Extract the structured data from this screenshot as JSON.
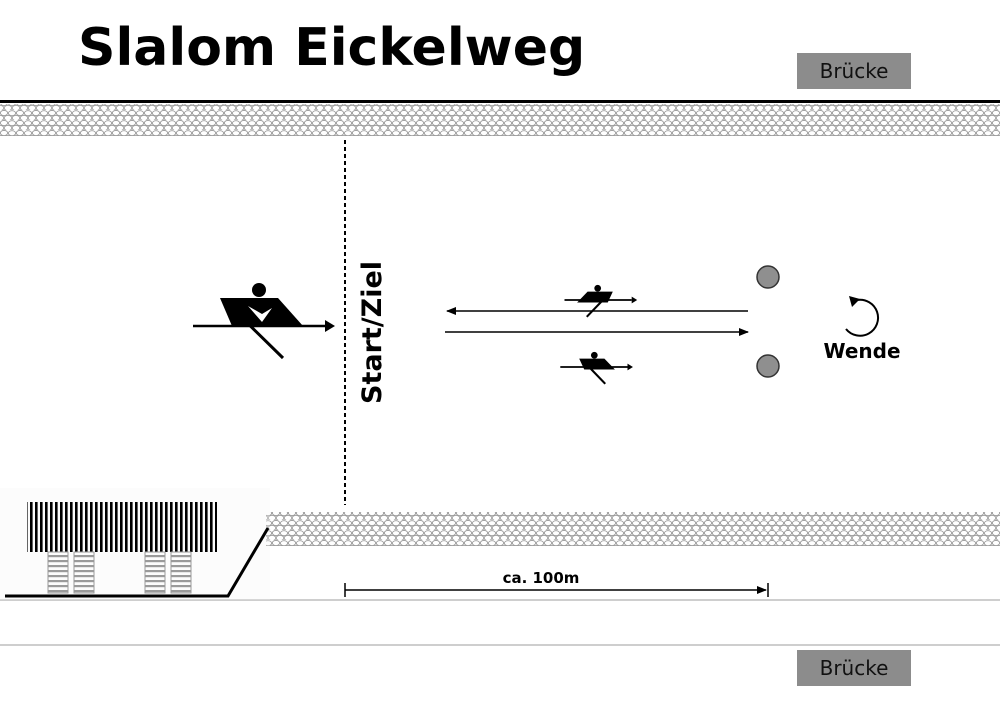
{
  "title": "Slalom Eickelweg",
  "bridge_top_label": "Brücke",
  "bridge_bottom_label": "Brücke",
  "start_finish_label": "Start/Ziel",
  "turn_label": "Wende",
  "distance_label": "ca. 100m",
  "colors": {
    "buoy": "#8f8f8f",
    "bridge": "#8c8c8c",
    "bank_stone": "#a8a8a8",
    "line": "#000000"
  },
  "icons": [
    "rower-icon",
    "buoy-icon",
    "turn-arrow-icon",
    "boathouse-icon"
  ]
}
